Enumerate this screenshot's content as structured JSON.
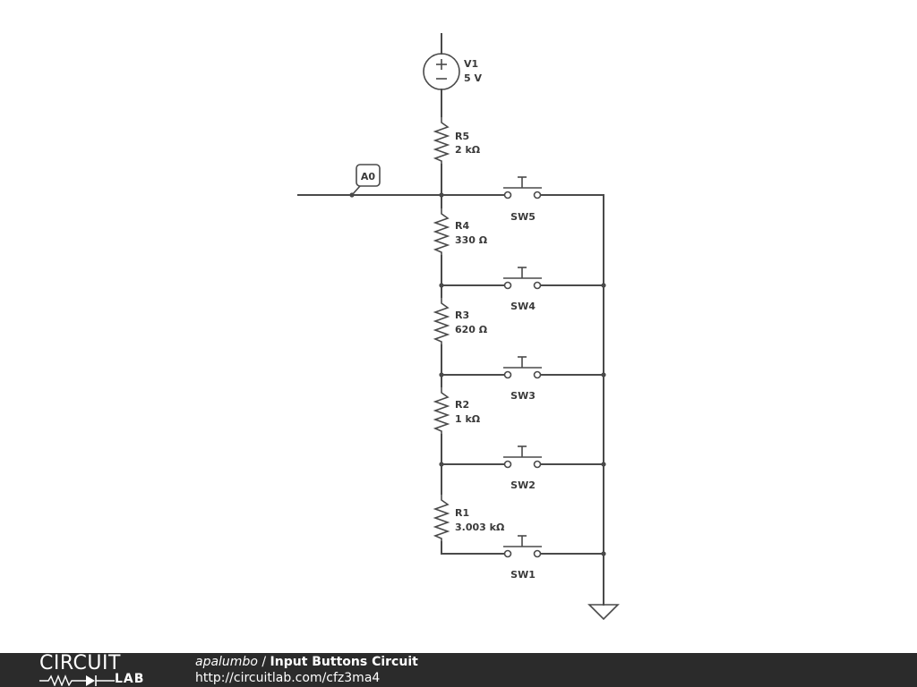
{
  "source": {
    "label": "V1",
    "value": "5 V"
  },
  "probe": {
    "label": "A0"
  },
  "resistors": [
    {
      "label": "R5",
      "value": "2 kΩ"
    },
    {
      "label": "R4",
      "value": "330 Ω"
    },
    {
      "label": "R3",
      "value": "620 Ω"
    },
    {
      "label": "R2",
      "value": "1 kΩ"
    },
    {
      "label": "R1",
      "value": "3.003 kΩ"
    }
  ],
  "switches": [
    {
      "label": "SW5"
    },
    {
      "label": "SW4"
    },
    {
      "label": "SW3"
    },
    {
      "label": "SW2"
    },
    {
      "label": "SW1"
    }
  ],
  "footer": {
    "logo_top": "CIRCUIT",
    "logo_bottom": "LAB",
    "author": "apalumbo",
    "separator": " / ",
    "title": "Input Buttons Circuit",
    "url": "http://circuitlab.com/cfz3ma4"
  }
}
